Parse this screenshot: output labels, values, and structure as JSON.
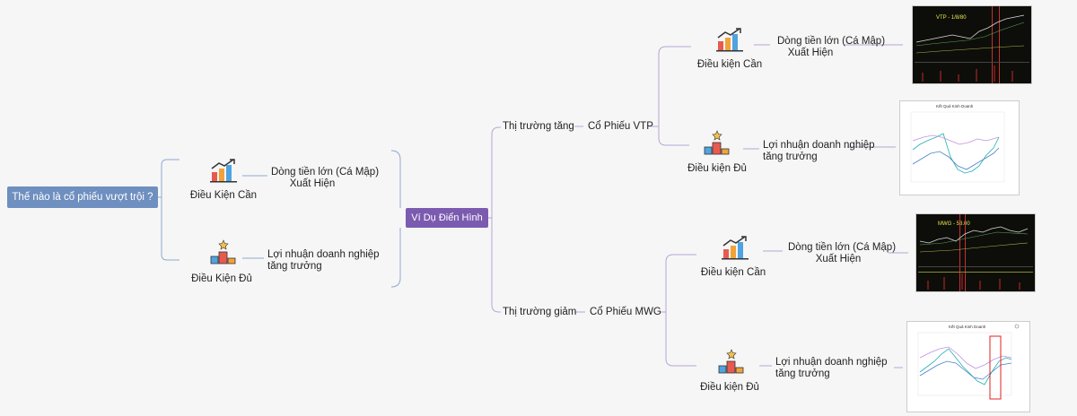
{
  "root": {
    "label": "Thế nào là cổ phiếu vượt trội ?"
  },
  "left": {
    "can": {
      "label": "Điều Kiện Cần",
      "detail_line1": "Dòng tiền lớn (Cá Mập)",
      "detail_line2": "Xuất Hiện"
    },
    "du": {
      "label": "Điều Kiện Đủ",
      "detail_line1": "Lợi nhuận doanh nghiệp",
      "detail_line2": "tăng trưởng"
    }
  },
  "center": {
    "label": "Ví Dụ Điển Hình"
  },
  "up": {
    "market": "Thị trường tăng",
    "stock": "Cổ Phiếu VTP",
    "can": {
      "label": "Điều kiện Cần",
      "detail_line1": "Dòng tiền lớn (Cá Mập)",
      "detail_line2": "Xuất Hiện",
      "chart_title": "VTP - 1/8/80"
    },
    "du": {
      "label": "Điều kiện Đủ",
      "detail_line1": "Lợi nhuận doanh nghiệp",
      "detail_line2": "tăng trưởng",
      "chart_title": "Kết Quả Kinh Doanh"
    }
  },
  "down": {
    "market": "Thị trường giảm",
    "stock": "Cổ Phiếu MWG",
    "can": {
      "label": "Điều kiện Cần",
      "detail_line1": "Dòng tiền lớn (Cá Mập)",
      "detail_line2": "Xuất Hiện",
      "chart_title": "MWG - 58.00"
    },
    "du": {
      "label": "Điều kiện Đủ",
      "detail_line1": "Lợi nhuận doanh nghiệp",
      "detail_line2": "tăng trưởng",
      "chart_title": "Kết Quả Kinh Doanh"
    }
  },
  "colors": {
    "root_bg": "#6e8fbf",
    "center_bg": "#7b5bb0",
    "line": "#8fa9cc",
    "line_right": "#b6a6d2"
  }
}
